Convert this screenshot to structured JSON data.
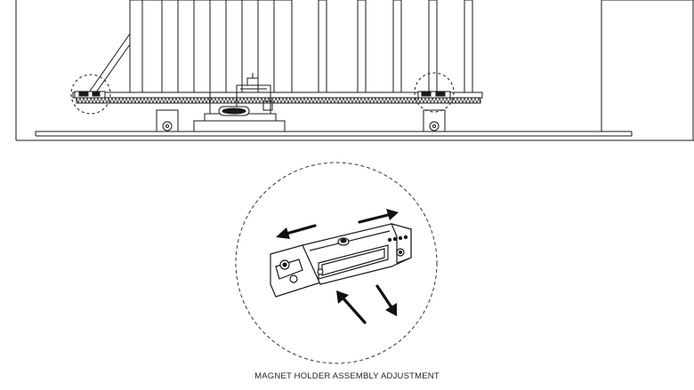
{
  "figure": {
    "caption": "MAGNET HOLDER ASSEMBLY ADJUSTMENT",
    "colors": {
      "line": "#1a1a1a",
      "fill": "#ffffff",
      "dash": "#333333",
      "arrow": "#111111"
    },
    "parts": [
      "sliding-gate",
      "gear-rack",
      "gate-operator",
      "magnet-holder-left",
      "magnet-holder-right",
      "guide-wheel-left",
      "guide-wheel-right",
      "track-rail",
      "magnet-holder-assembly-detail"
    ],
    "arrows": [
      {
        "name": "arrow-slide-left",
        "direction": "left"
      },
      {
        "name": "arrow-slide-right",
        "direction": "right"
      },
      {
        "name": "arrow-diag-up",
        "direction": "up-left"
      },
      {
        "name": "arrow-diag-down",
        "direction": "down-right"
      }
    ]
  }
}
